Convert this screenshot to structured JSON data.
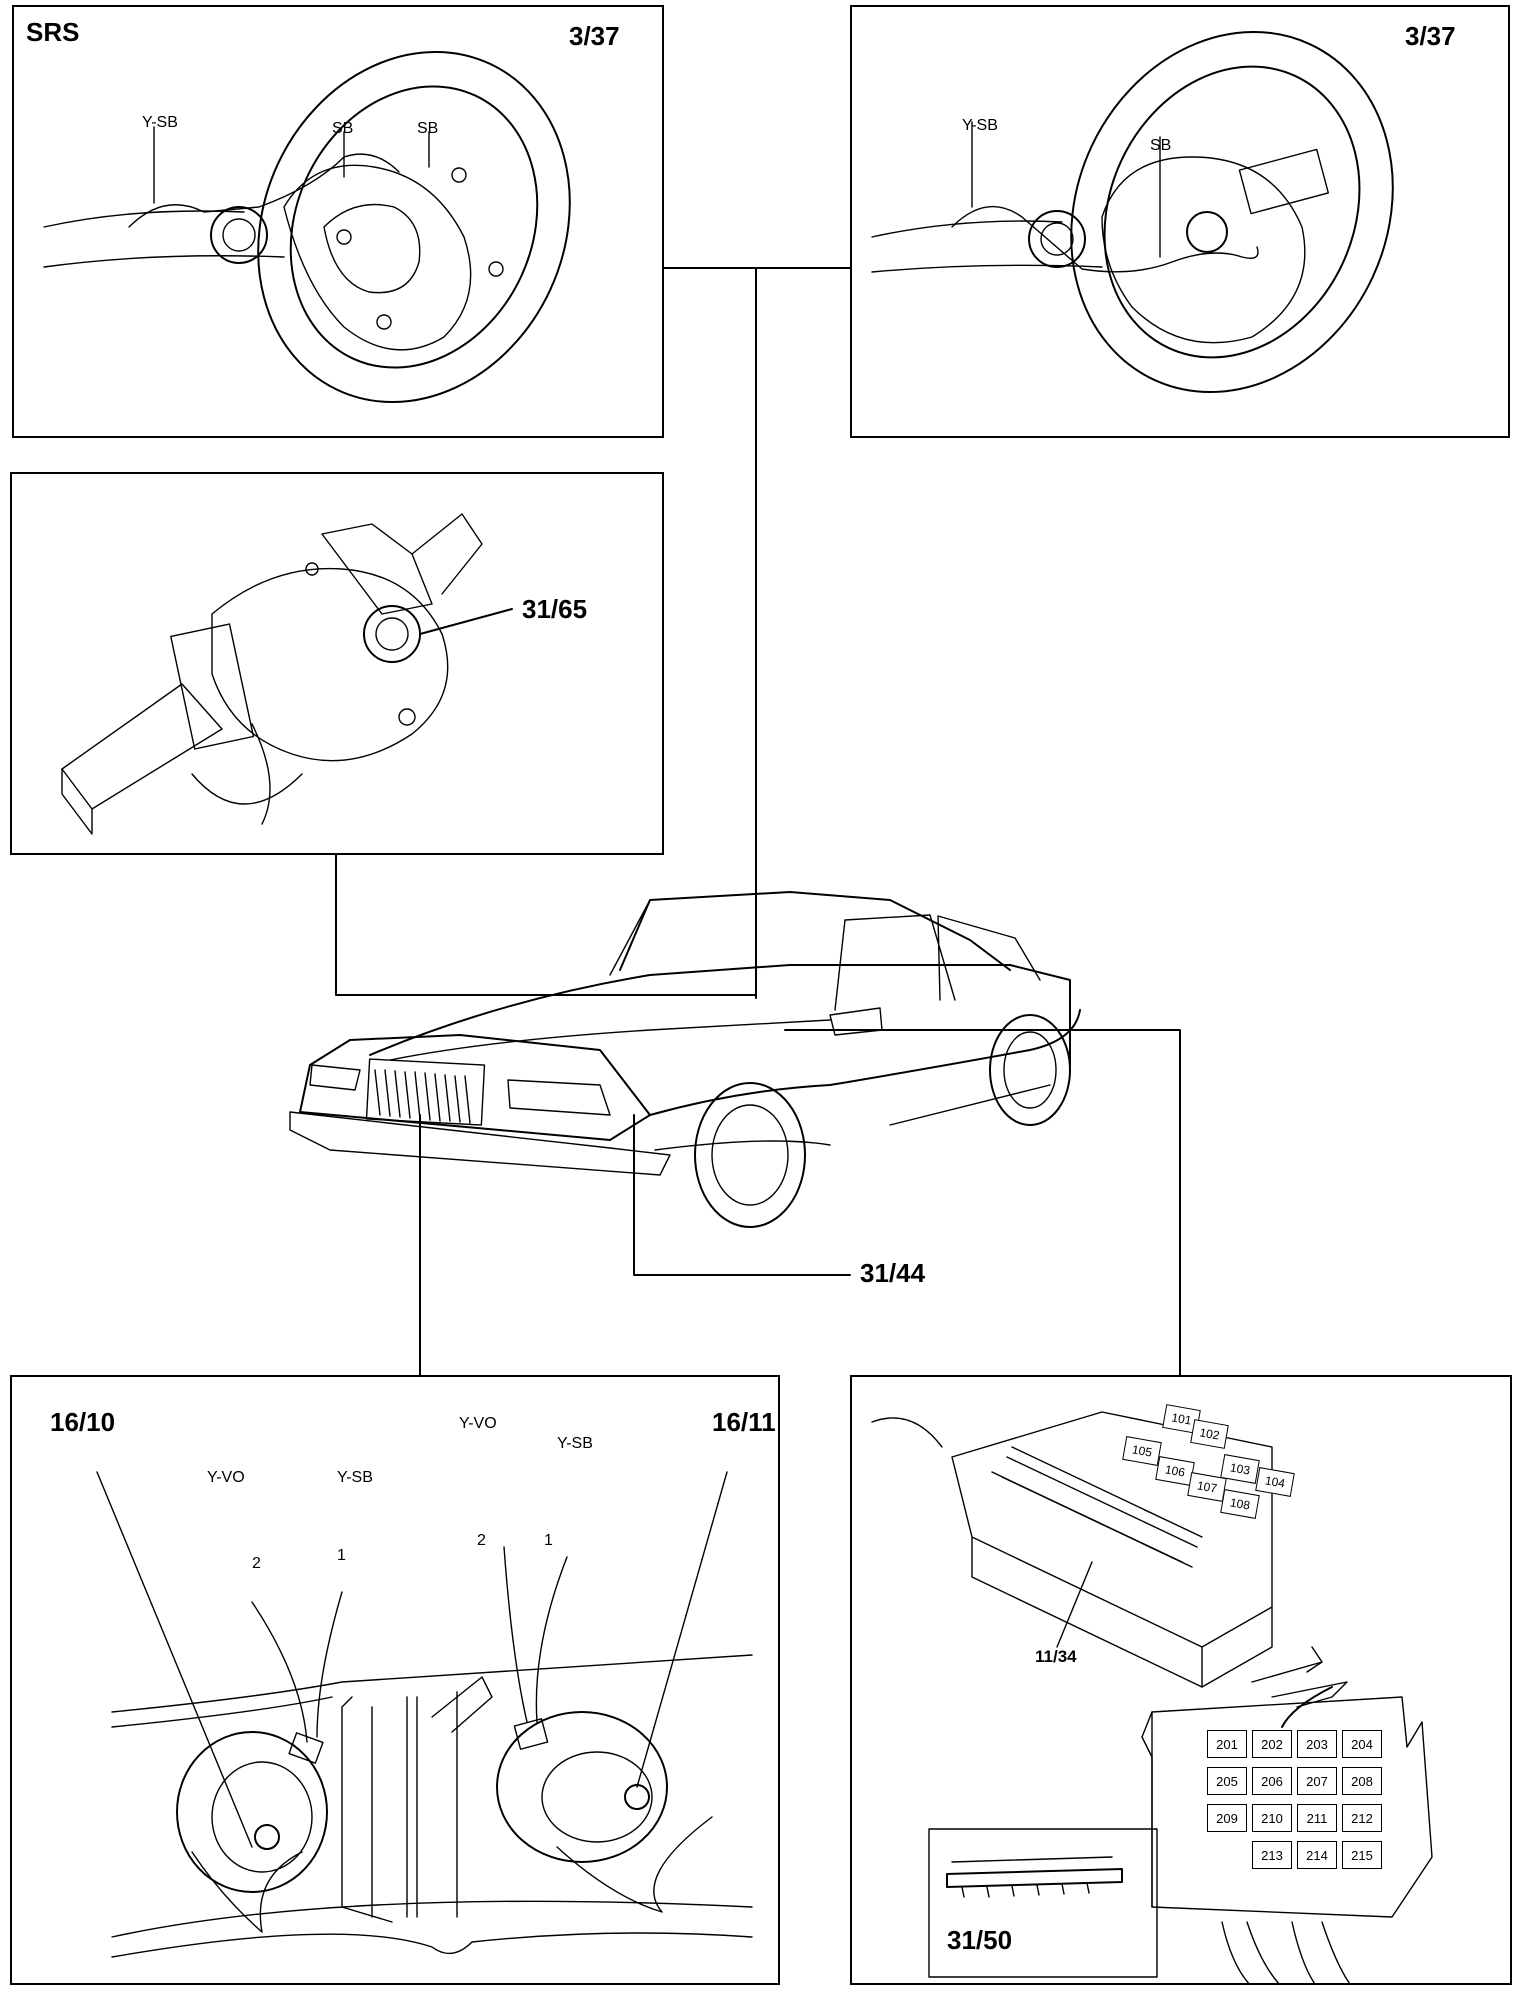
{
  "panels": {
    "steering_left": {
      "system_label": "SRS",
      "ref": "3/37",
      "wires": [
        "Y-SB",
        "SB",
        "SB"
      ]
    },
    "steering_right": {
      "ref": "3/37",
      "wires": [
        "Y-SB",
        "SB"
      ]
    },
    "steering_switch": {
      "ref": "31/65"
    },
    "car": {
      "ref": "31/44"
    },
    "horns": {
      "left_ref": "16/10",
      "right_ref": "16/11",
      "left_wires": [
        "Y-VO",
        "Y-SB"
      ],
      "right_wires": [
        "Y-VO",
        "Y-SB"
      ],
      "left_pins": [
        "2",
        "1"
      ],
      "right_pins": [
        "2",
        "1"
      ]
    },
    "fusebox": {
      "relay_ref": "11/34",
      "connector_ref": "31/50",
      "top_slots": [
        "101",
        "102",
        "103",
        "104",
        "105",
        "106",
        "107",
        "108"
      ],
      "bottom_slots": [
        "201",
        "202",
        "203",
        "204",
        "205",
        "206",
        "207",
        "208",
        "209",
        "210",
        "211",
        "212",
        "213",
        "214",
        "215"
      ]
    }
  }
}
